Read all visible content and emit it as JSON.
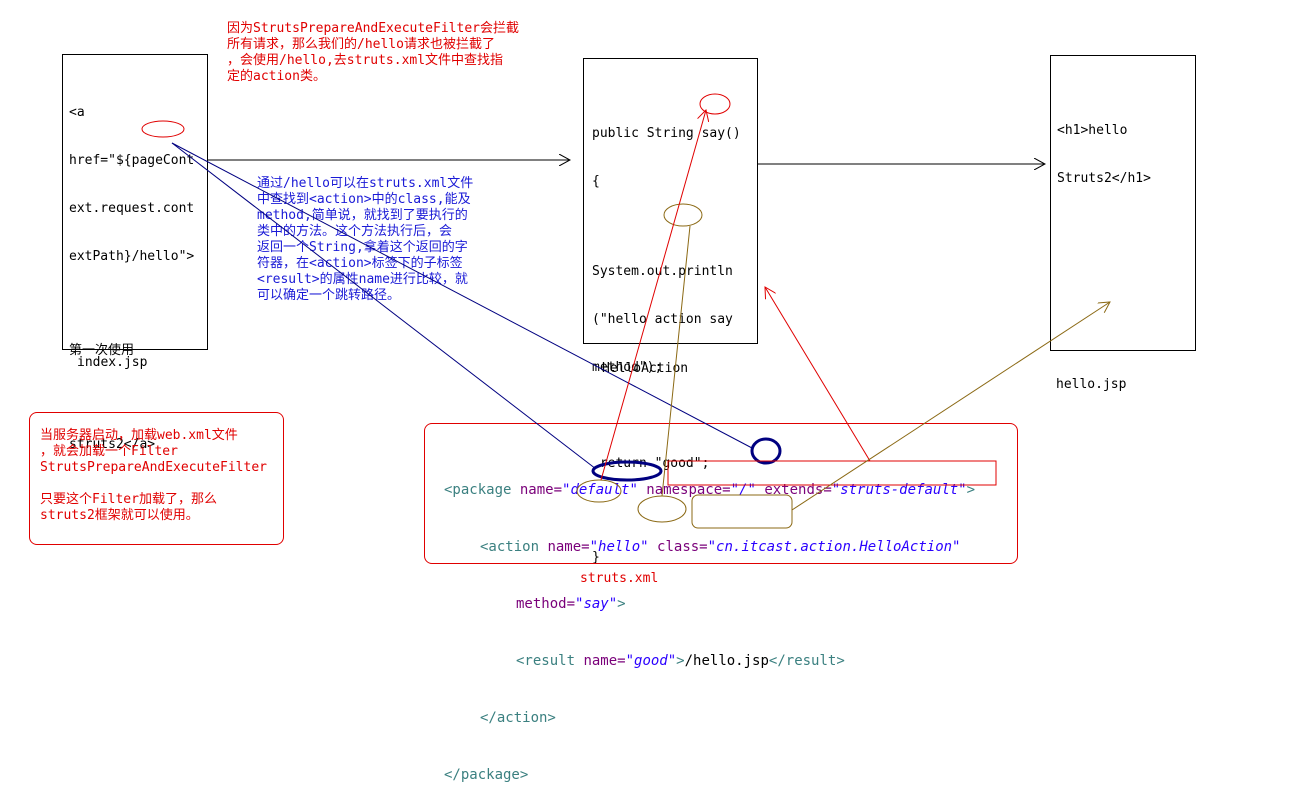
{
  "index_box": {
    "lines": [
      "<a",
      "href=\"${pageCont",
      "ext.request.cont",
      "extPath}/hello\">",
      "",
      "第一次使用",
      "",
      "struts2</a>"
    ],
    "caption": "index.jsp"
  },
  "action_box": {
    "lines": [
      "public String say()",
      "{",
      "",
      "System.out.println",
      "(\"hello action say",
      "method\");",
      "",
      " return \"good\";",
      "",
      "}"
    ],
    "caption": "HelloAction"
  },
  "hello_box": {
    "lines": [
      "<h1>hello",
      "Struts2</h1>"
    ],
    "caption": "hello.jsp"
  },
  "notes": {
    "filter_note": "因为StrutsPrepareAndExecuteFilter会拦截\n所有请求，那么我们的/hello请求也被拦截了\n，会使用/hello,去struts.xml文件中查找指\n定的action类。",
    "mapping_note": "通过/hello可以在struts.xml文件\n中查找到<action>中的class,能及\nmethod,简单说，就找到了要执行的\n类中的方法。这个方法执行后，会\n返回一个String,拿着这个返回的字\n符器，在<action>标签下的子标签\n<result>的属性name进行比较，就\n可以确定一个跳转路径。",
    "startup_note": "当服务器启动，加载web.xml文件\n，就会加载一个Filter\nStrutsPrepareAndExecuteFilter\n\n只要这个Filter加载了，那么\nstruts2框架就可以使用。"
  },
  "xml": {
    "package_open": "<package",
    "name_attr": " name=",
    "name_val": "\"default\"",
    "namespace_attr": " namespace=",
    "namespace_val": "\"/\"",
    "extends_attr": " extends=",
    "extends_val": "\"struts-default\"",
    "gt": ">",
    "action_open": "<action",
    "action_name_val": "\"hello\"",
    "class_attr": " class=",
    "class_val": "\"cn.itcast.action.HelloAction\"",
    "method_attr": "method=",
    "method_val": "\"say\"",
    "result_open": "<result",
    "result_name_val": "\"good\"",
    "result_path": "/hello.jsp",
    "result_close": "</result>",
    "action_close": "</action>",
    "package_close": "</package>",
    "caption": "struts.xml"
  },
  "colors": {
    "red": "#e00000",
    "blue": "#1a1ad6",
    "navy": "#000080",
    "brown": "#8b6914"
  }
}
